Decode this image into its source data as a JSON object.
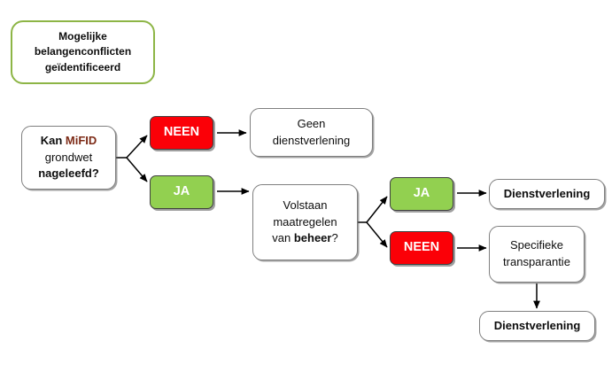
{
  "diagram": {
    "title_node": {
      "line1": "Mogelijke",
      "line2": "belangenconflicten",
      "line3": "geïdentificeerd"
    },
    "decision1": {
      "line1_a": "Kan ",
      "line1_b": "MiFID",
      "line2": "grondwet",
      "line3": "nageleefd?"
    },
    "decision1_branches": {
      "no_label": "NEEN",
      "yes_label": "JA"
    },
    "outcome_no_service": {
      "line1": "Geen",
      "line2": "dienstverlening"
    },
    "decision2": {
      "line1": "Volstaan",
      "line2": "maatregelen",
      "line3_a": "van ",
      "line3_b": "beheer",
      "line3_c": "?"
    },
    "decision2_branches": {
      "yes_label": "JA",
      "no_label": "NEEN"
    },
    "outcome_service_top": {
      "label": "Dienstverlening"
    },
    "outcome_transparency": {
      "line1": "Specifieke",
      "line2": "transparantie"
    },
    "outcome_service_bottom": {
      "label": "Dienstverlening"
    },
    "colors": {
      "start_border": "#8db546",
      "chip_red": "#fb0007",
      "chip_green": "#92d050",
      "box_border": "#7f7f7f",
      "arrow": "#000000",
      "mifid_text": "#7d2b17",
      "chip_text": "#ffffff",
      "body_text": "#0d0d0d"
    }
  }
}
